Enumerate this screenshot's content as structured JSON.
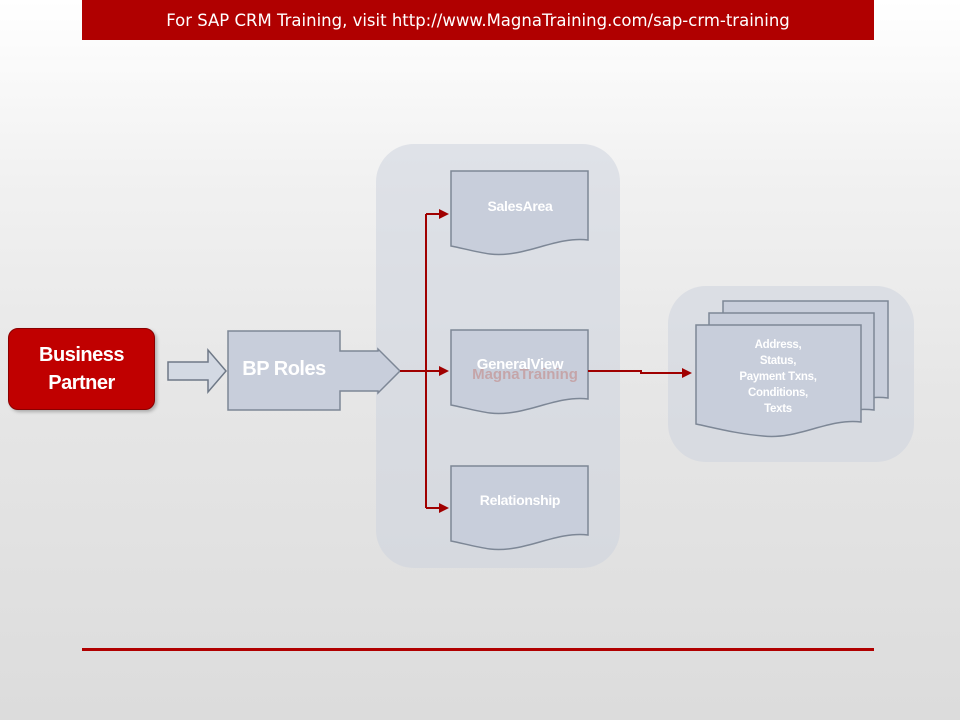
{
  "banner": {
    "text": "For SAP CRM Training, visit http://www.MagnaTraining.com/sap-crm-training"
  },
  "diagram": {
    "business_partner": {
      "line1": "Business",
      "line2": "Partner"
    },
    "bp_roles": "BP Roles",
    "sales_area": "SalesArea",
    "general_view": "GeneralView",
    "relationship": "Relationship",
    "details": {
      "line1": "Address,",
      "line2": "Status,",
      "line3": "Payment Txns,",
      "line4": "Conditions,",
      "line5": "Texts"
    },
    "watermark": "MagnaTraining"
  },
  "colors": {
    "brand_red": "#b00000",
    "node_fill": "#c8cedb",
    "node_stroke": "#7d8796",
    "connector": "#a00000"
  }
}
